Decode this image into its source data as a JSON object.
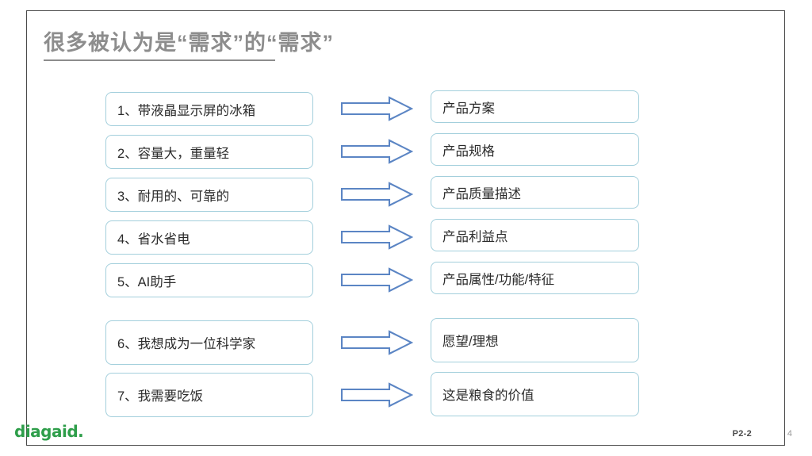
{
  "slide": {
    "title": "很多被认为是“需求”的“需求”",
    "colors": {
      "title_gray": "#8d8d8d",
      "box_border_blue": "#a3cfdc",
      "arrow_blue": "#5b85c4",
      "logo_green": "#2e9e4a",
      "frame_gray": "#4a4a4a"
    },
    "rows": [
      {
        "left": "1、带液晶显示屏的冰箱",
        "right": "产品方案",
        "arrow": "right-arrow-icon"
      },
      {
        "left": "2、容量大，重量轻",
        "right": "产品规格",
        "arrow": "right-arrow-icon"
      },
      {
        "left": "3、耐用的、可靠的",
        "right": "产品质量描述",
        "arrow": "right-arrow-icon"
      },
      {
        "left": "4、省水省电",
        "right": "产品利益点",
        "arrow": "right-arrow-icon"
      },
      {
        "left": "5、AI助手",
        "right": "产品属性/功能/特征",
        "arrow": "right-arrow-icon"
      },
      {
        "left": "6、我想成为一位科学家",
        "right": "愿望/理想",
        "arrow": "right-arrow-icon"
      },
      {
        "left": "7、我需要吃饭",
        "right": "这是粮食的价值",
        "arrow": "right-arrow-icon"
      }
    ],
    "footer": {
      "logo": "diagaid",
      "logo_dot": ".",
      "page_code": "P2-2",
      "page_number": "4"
    }
  }
}
